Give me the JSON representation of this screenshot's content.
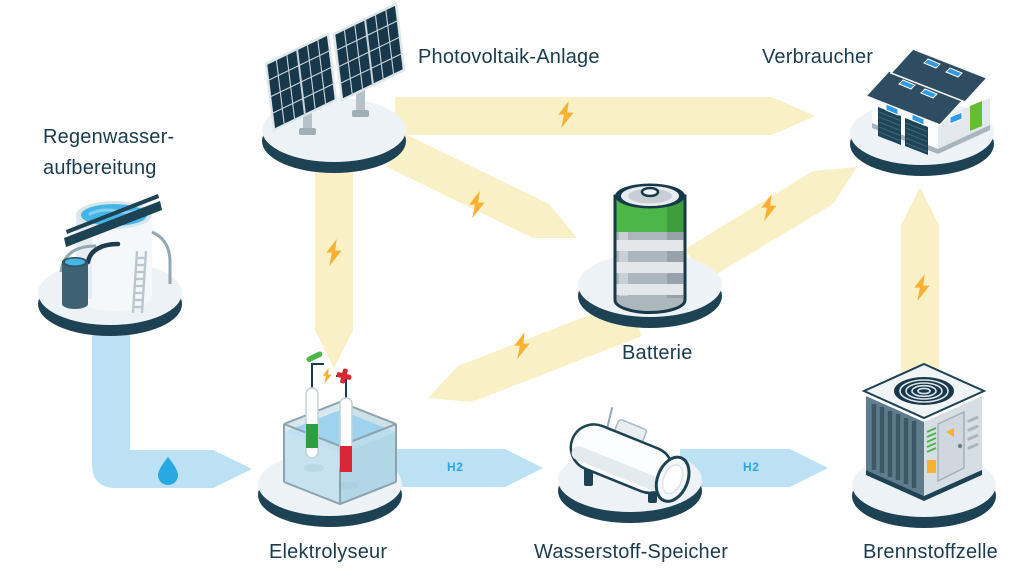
{
  "diagram": {
    "title_implicit": "",
    "labels": {
      "rainwater_line1": "Regenwasser-",
      "rainwater_line2": "aufbereitung",
      "photovoltaic": "Photovoltaik-Anlage",
      "consumer": "Verbraucher",
      "battery": "Batterie",
      "electrolyzer": "Elektrolyseur",
      "hydrogen_storage": "Wasserstoff-Speicher",
      "fuel_cell": "Brennstoffzelle"
    },
    "flows": [
      {
        "from": "Photovoltaik-Anlage",
        "to": "Verbraucher",
        "type": "electricity",
        "icon": "lightning-bolt"
      },
      {
        "from": "Photovoltaik-Anlage",
        "to": "Batterie",
        "type": "electricity",
        "icon": "lightning-bolt"
      },
      {
        "from": "Photovoltaik-Anlage",
        "to": "Elektrolyseur",
        "type": "electricity",
        "icon": "lightning-bolt"
      },
      {
        "from": "Batterie",
        "to": "Verbraucher",
        "type": "electricity",
        "icon": "lightning-bolt"
      },
      {
        "from": "Batterie",
        "to": "Elektrolyseur",
        "type": "electricity",
        "icon": "lightning-bolt"
      },
      {
        "from": "Brennstoffzelle",
        "to": "Verbraucher",
        "type": "electricity",
        "icon": "lightning-bolt"
      },
      {
        "from": "Regenwasseraufbereitung",
        "to": "Elektrolyseur",
        "type": "water",
        "icon": "water-drop"
      },
      {
        "from": "Elektrolyseur",
        "to": "Wasserstoff-Speicher",
        "type": "hydrogen",
        "label": "H2"
      },
      {
        "from": "Wasserstoff-Speicher",
        "to": "Brennstoffzelle",
        "type": "hydrogen",
        "label": "H2"
      }
    ],
    "colors": {
      "background": "#FFFFFF",
      "electricity_flow": "#FAF0C6",
      "lightning": "#F8B133",
      "water_flow": "#BCE1F4",
      "water_accent": "#29A9E1",
      "h2_text": "#2FA3DC",
      "text": "#1A3C4E",
      "platform_rim": "#1C4253",
      "platform_top": "#EDF2F6",
      "battery_green": "#4CB648",
      "electrode_green": "#2F9E43",
      "electrode_red": "#D92632"
    }
  }
}
